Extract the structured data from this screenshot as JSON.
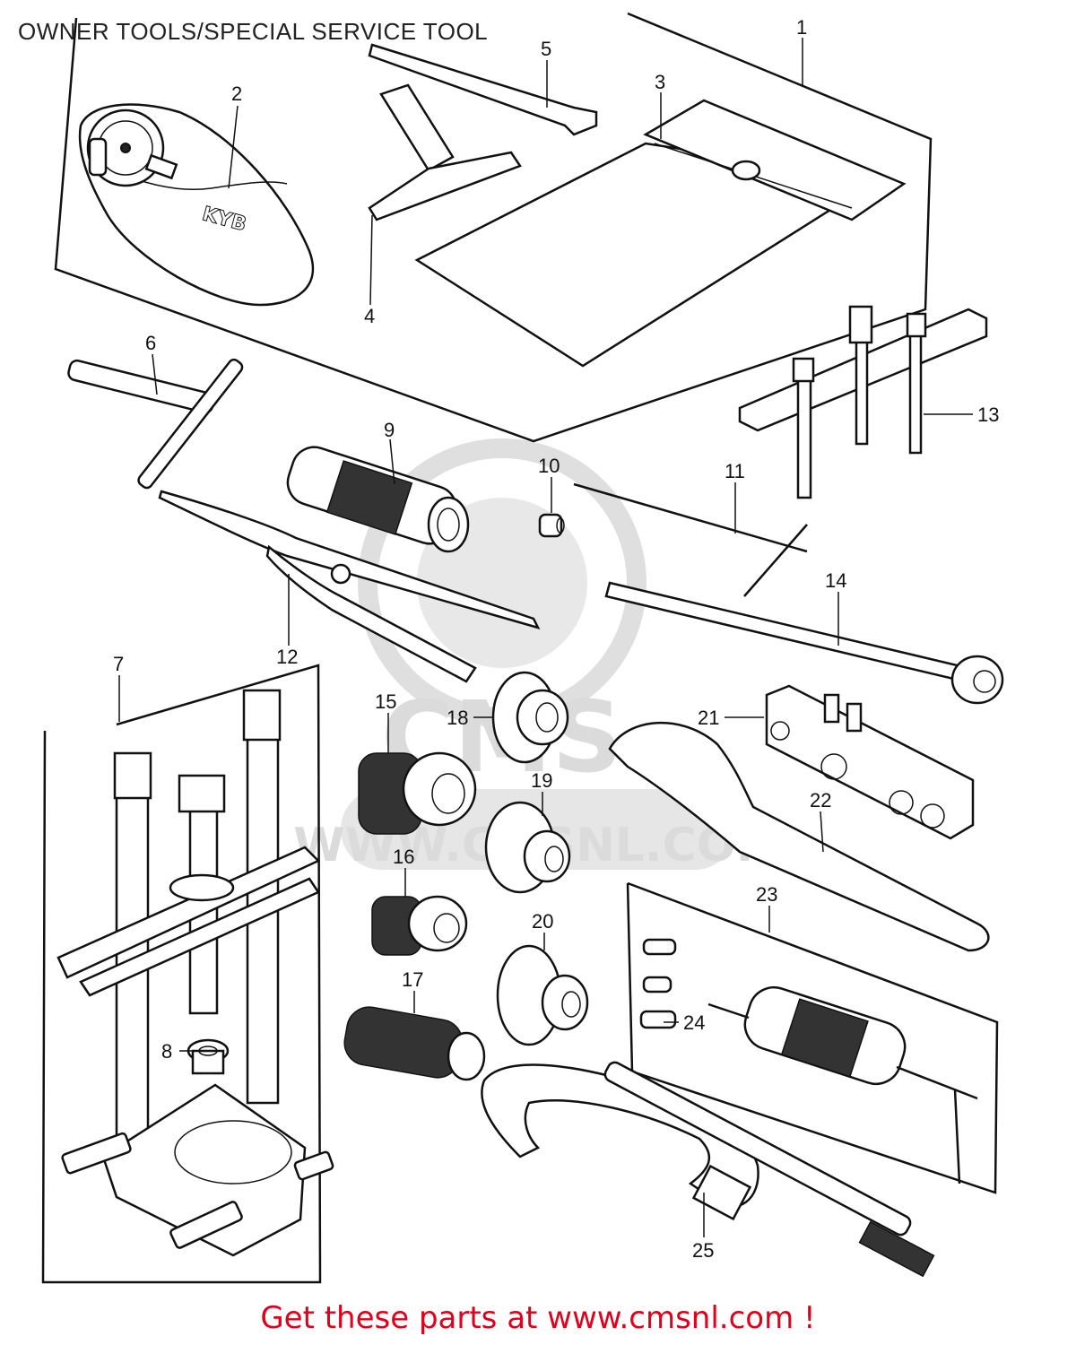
{
  "header": {
    "title": "OWNER TOOLS/SPECIAL SERVICE TOOL"
  },
  "watermark": {
    "brand": "CMS",
    "site": "WWW.CMSNL.COM"
  },
  "footer": {
    "text": "Get these parts at www.cmsnl.com !"
  },
  "callouts": [
    "1",
    "2",
    "3",
    "4",
    "5",
    "6",
    "7",
    "8",
    "9",
    "10",
    "11",
    "12",
    "13",
    "14",
    "15",
    "16",
    "17",
    "18",
    "19",
    "20",
    "21",
    "22",
    "23",
    "24",
    "25"
  ],
  "colors": {
    "footer_text": "#e3001b",
    "watermark": "#d8d8d8",
    "line": "#111111"
  }
}
